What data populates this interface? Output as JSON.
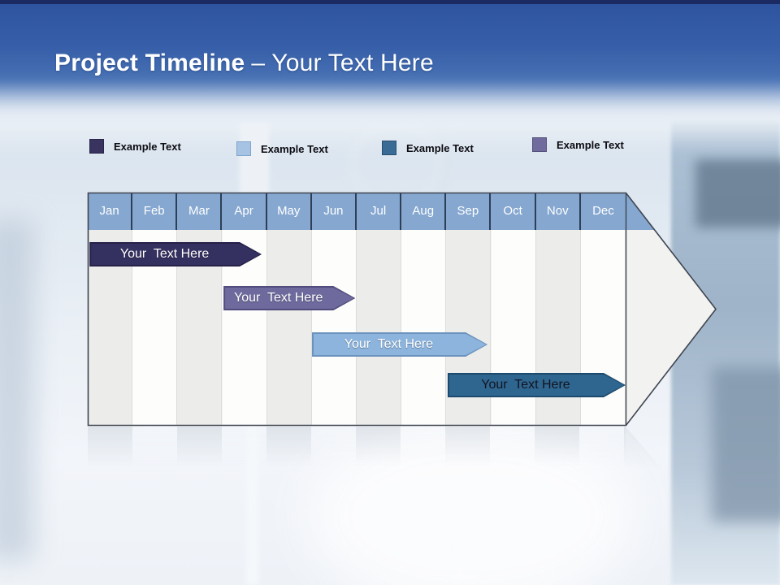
{
  "slide": {
    "title": {
      "bold": "Project Timeline",
      "regular": "– Your Text Here"
    }
  },
  "legend": {
    "items": [
      {
        "label": "Example Text",
        "color": "#38335f",
        "border": "#29254a"
      },
      {
        "label": "Example Text",
        "color": "#a7c3e3",
        "border": "#7fa4cd"
      },
      {
        "label": "Example Text",
        "color": "#3a6b94",
        "border": "#28506f"
      },
      {
        "label": "Example Text",
        "color": "#6f6b9c",
        "border": "#53507c"
      }
    ]
  },
  "timeline": {
    "months": [
      "Jan",
      "Feb",
      "Mar",
      "Apr",
      "May",
      "Jun",
      "Jul",
      "Aug",
      "Sep",
      "Oct",
      "Nov",
      "Dec"
    ],
    "header_bg": "#85a7d0",
    "header_separator": "#2d3f57",
    "header_text_color": "#ffffff",
    "body_fill": "#f2f2f0",
    "stripe_odd": "#ececea",
    "stripe_even": "#fdfdfc",
    "outline_color": "#3f4550"
  },
  "chart_data": {
    "type": "bar",
    "subtype": "gantt-timeline",
    "title": "Project Timeline – Your Text Here",
    "categories": [
      "Jan",
      "Feb",
      "Mar",
      "Apr",
      "May",
      "Jun",
      "Jul",
      "Aug",
      "Sep",
      "Oct",
      "Nov",
      "Dec"
    ],
    "axis": {
      "x_range_months": [
        1,
        12
      ],
      "gridlines": "alternating-column-shading"
    },
    "legend_position": "top",
    "series": [
      {
        "name": "Your  Text Here",
        "row": 0,
        "start_month": "Jan",
        "end_month": "Apr",
        "start": 0.04,
        "end": 3.88,
        "color": "#343060",
        "border": "#252149",
        "text_color": "#ffffff"
      },
      {
        "name": "Your  Text Here",
        "row": 1,
        "start_month": "Apr",
        "end_month": "Jun",
        "start": 3.03,
        "end": 5.97,
        "color": "#6e6a9d",
        "border": "#504c7c",
        "text_color": "#ffffff"
      },
      {
        "name": "Your  Text Here",
        "row": 2,
        "start_month": "Jun",
        "end_month": "Sep",
        "start": 5.0,
        "end": 8.92,
        "color": "#8db4dd",
        "border": "#6b93bd",
        "text_color": "#ffffff"
      },
      {
        "name": "Your  Text Here",
        "row": 3,
        "start_month": "Sep",
        "end_month": "Dec",
        "start": 8.03,
        "end": 12.0,
        "color": "#2e6690",
        "border": "#1c4a6e",
        "text_color": "#13131f"
      }
    ]
  }
}
